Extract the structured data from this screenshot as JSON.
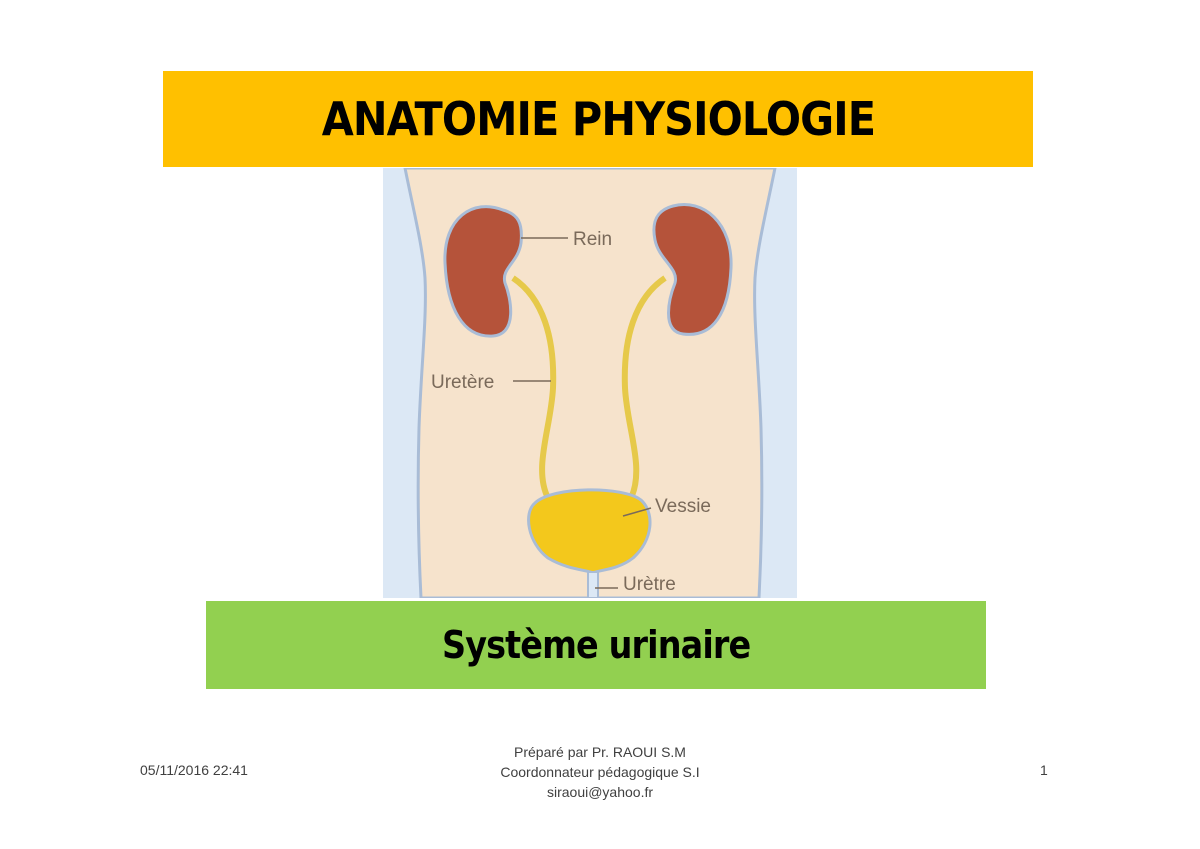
{
  "slide": {
    "title": "ANATOMIE PHYSIOLOGIE",
    "subtitle": "Système urinaire",
    "colors": {
      "title_bg": "#ffc000",
      "subtitle_bg": "#92d050",
      "body_skin": "#f6e3cc",
      "kidney": "#b5533a",
      "urine_yellow": "#f3c81c",
      "outline_blue": "#c9dcf0"
    }
  },
  "illustration": {
    "labels": {
      "kidney": "Rein",
      "ureter": "Uretère",
      "bladder": "Vessie",
      "urethra": "Urètre"
    }
  },
  "footer": {
    "date": "05/11/2016 22:41",
    "author_line1": "Préparé par Pr. RAOUI S.M",
    "author_line2": "Coordonnateur pédagogique S.I",
    "author_line3": "siraoui@yahoo.fr",
    "page_number": "1"
  }
}
